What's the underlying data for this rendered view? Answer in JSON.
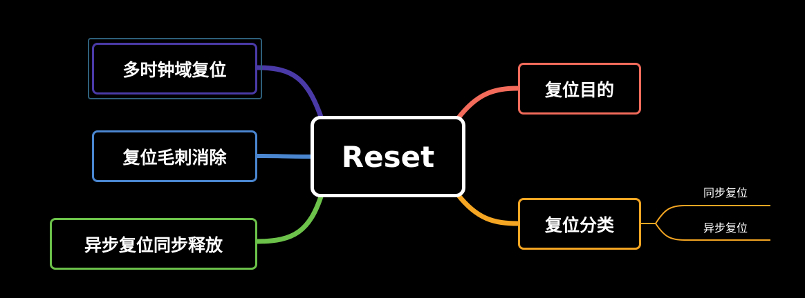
{
  "center": {
    "label": "Reset",
    "color": "#ffffff"
  },
  "left_branches": [
    {
      "label": "多时钟域复位",
      "color": "#4a3aa8",
      "selected": true
    },
    {
      "label": "复位毛刺消除",
      "color": "#4a86d0"
    },
    {
      "label": "异步复位同步释放",
      "color": "#6cc24a"
    }
  ],
  "right_branches": [
    {
      "label": "复位目的",
      "color": "#f26b5b"
    },
    {
      "label": "复位分类",
      "color": "#f5a623",
      "children": [
        {
          "label": "同步复位"
        },
        {
          "label": "异步复位"
        }
      ]
    }
  ],
  "selection_frame_color": "#2d5f7a"
}
